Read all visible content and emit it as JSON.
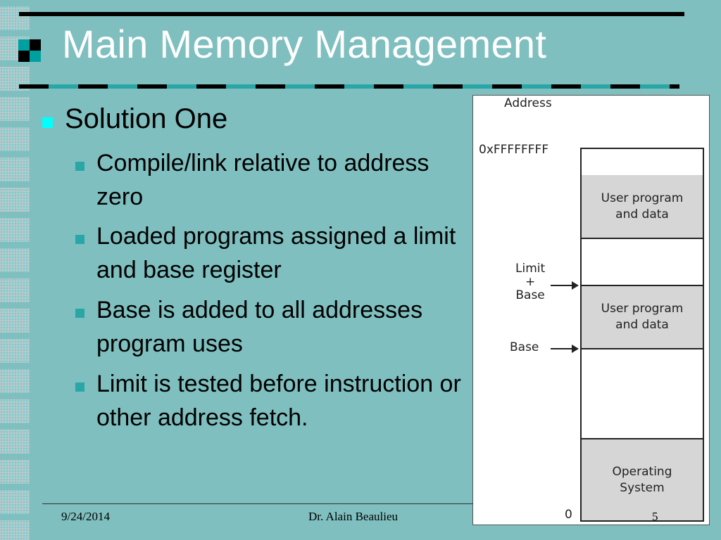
{
  "slide": {
    "title": "Main Memory Management",
    "bullets": {
      "main": "Solution One",
      "sub": [
        "Compile/link relative to address zero",
        "Loaded programs assigned a limit and base register",
        "Base is added to all addresses program uses",
        "Limit is tested before instruction or other address fetch."
      ]
    }
  },
  "figure": {
    "address_header": "Address",
    "top_address": "0xFFFFFFFF",
    "bottom_address": "0",
    "limit_label": "Limit\n+\nBase",
    "base_label": "Base",
    "segments": [
      {
        "label": "",
        "shaded": false
      },
      {
        "label": "User program\nand data",
        "shaded": true
      },
      {
        "label": "",
        "shaded": false
      },
      {
        "label": "User program\nand data",
        "shaded": true
      },
      {
        "label": "",
        "shaded": false
      },
      {
        "label": "Operating\nSystem",
        "shaded": true
      }
    ]
  },
  "footer": {
    "date": "9/24/2014",
    "author": "Dr. Alain Beaulieu",
    "page": "5"
  },
  "colors": {
    "background": "#7fbfbf",
    "accent": "#2aa6a6",
    "main_bullet": "#00ffff",
    "title_text": "#ffffff"
  }
}
